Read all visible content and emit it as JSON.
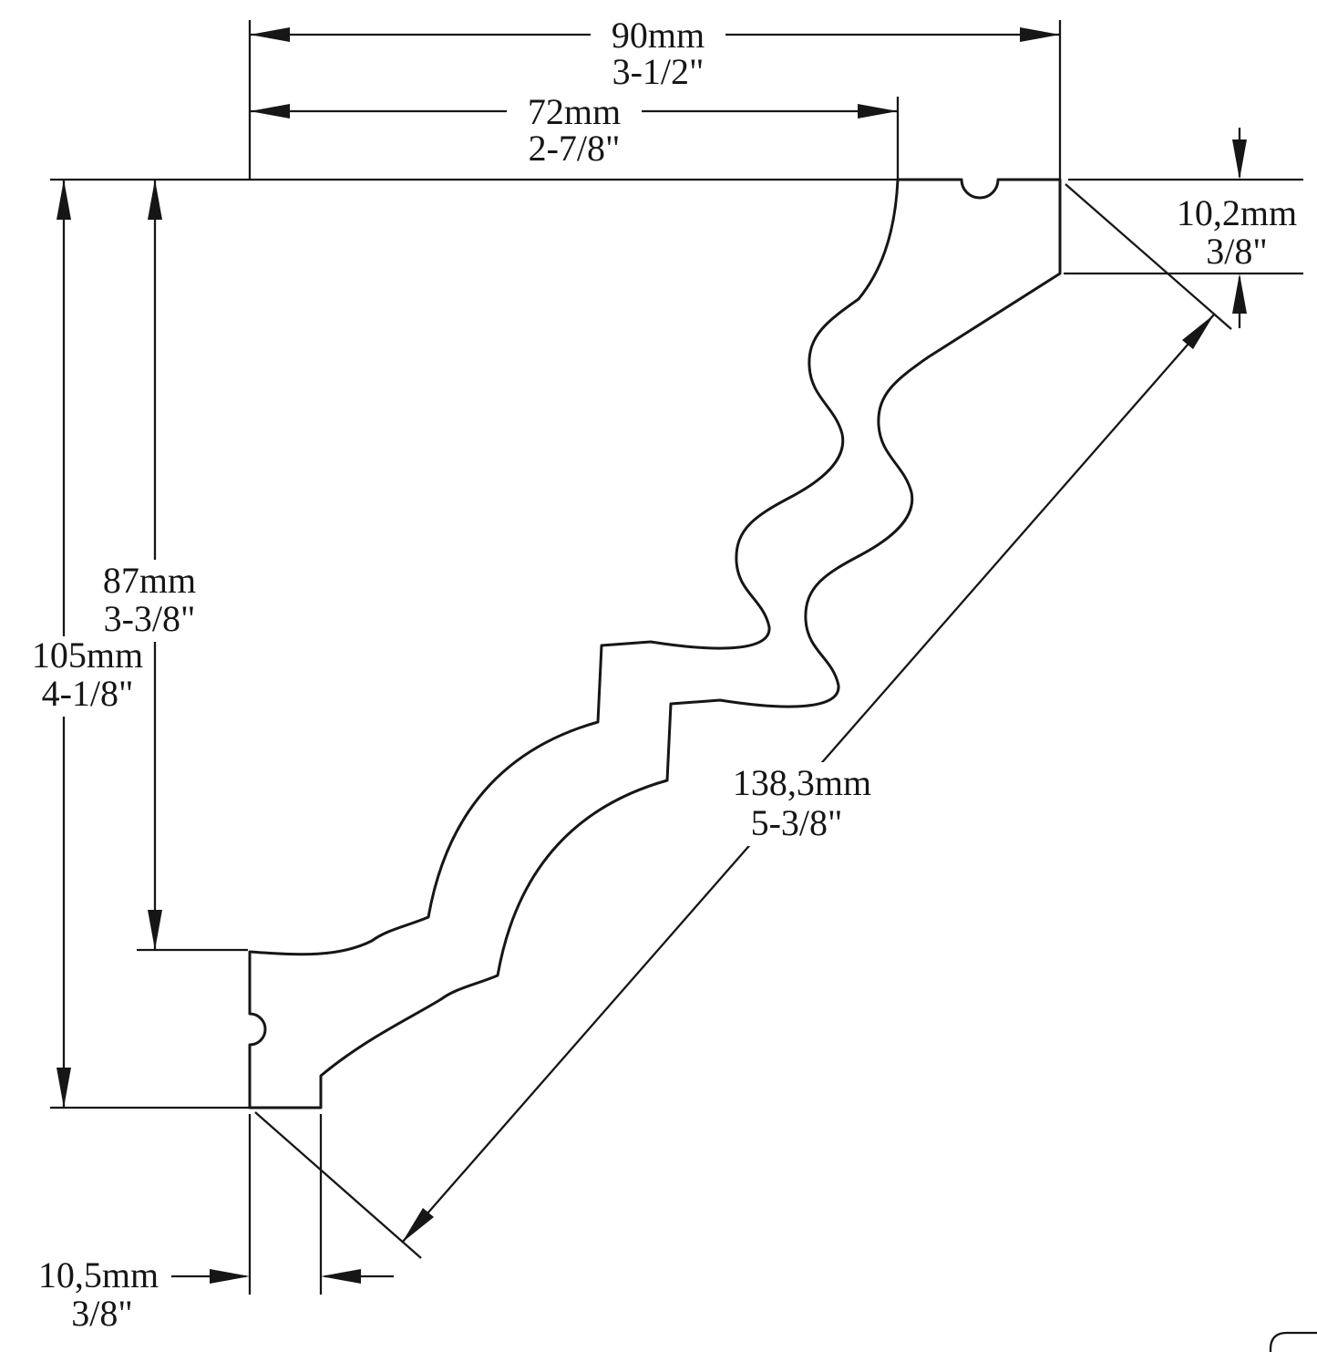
{
  "page": {
    "background": "#ffffff",
    "line_color": "#161616",
    "subject": "crown-molding-cornice-profile-cross-section"
  },
  "dimensions": {
    "overall_width": {
      "mm": "90mm",
      "inch": "3-1/2\""
    },
    "face_width": {
      "mm": "72mm",
      "inch": "2-7/8\""
    },
    "face_height": {
      "mm": "87mm",
      "inch": "3-3/8\""
    },
    "overall_height": {
      "mm": "105mm",
      "inch": "4-1/8\""
    },
    "ceiling_flange": {
      "mm": "10,2mm",
      "inch": "3/8\""
    },
    "diagonal": {
      "mm": "138,3mm",
      "inch": "5-3/8\""
    },
    "wall_flange": {
      "mm": "10,5mm",
      "inch": "3/8\""
    }
  }
}
